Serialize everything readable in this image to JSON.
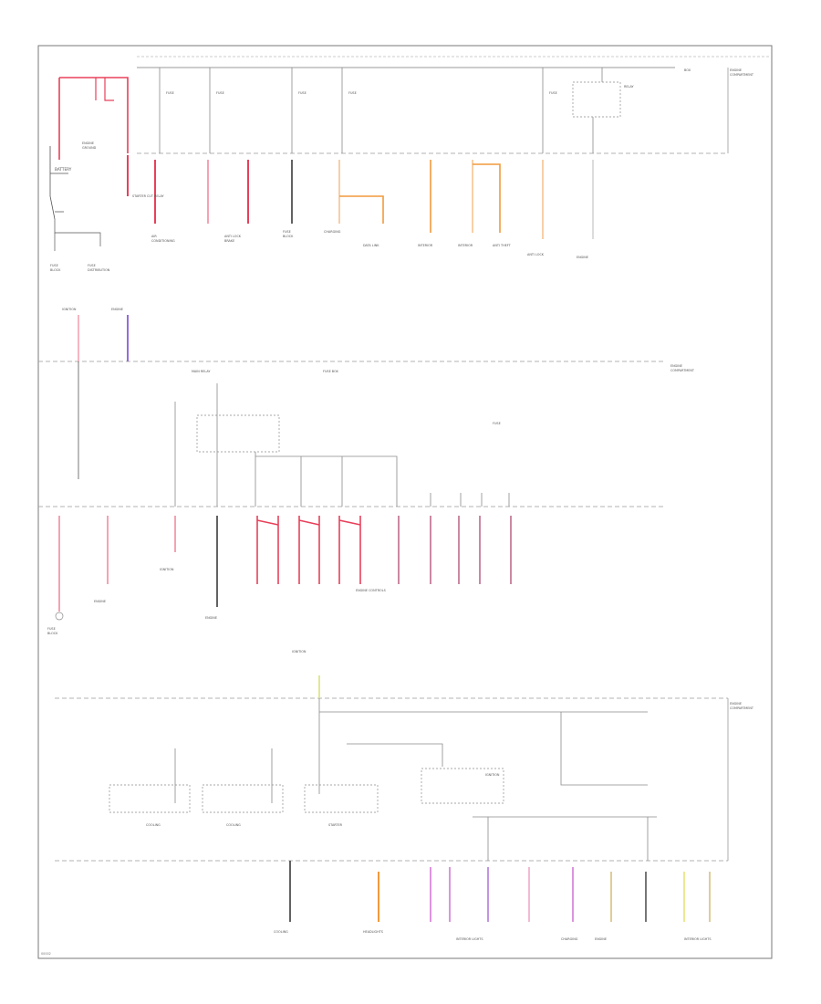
{
  "wires": {
    "red": "#e8405a",
    "lightRed": "#f4a3b2",
    "pink": "#f0a8c8",
    "magenta": "#d37ad6",
    "purple": "#8a5cd6",
    "orange": "#f29a3c",
    "lightOrange": "#f7c38f",
    "tan": "#d9c07c",
    "yellow": "#e8e27a",
    "black": "#3b3b3b",
    "gray": "#a0a0a0"
  },
  "labels": {
    "battery": "BATTERY",
    "starterCutRelay": "STARTER CUT RELAY"
  },
  "footer": {
    "code": "00002"
  }
}
